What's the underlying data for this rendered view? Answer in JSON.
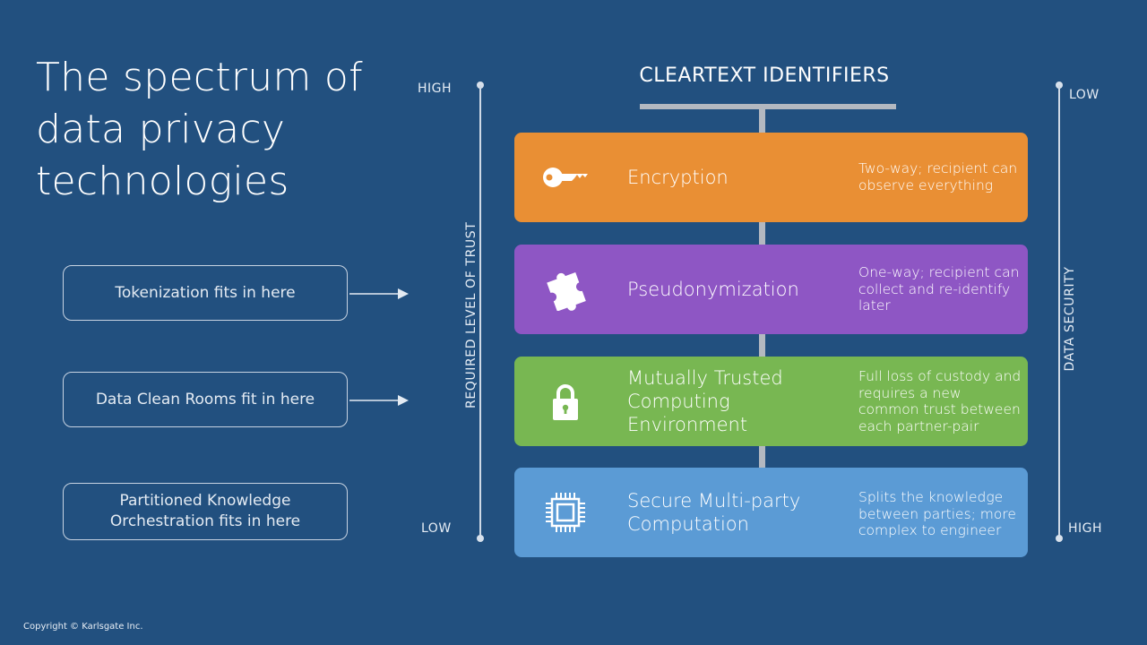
{
  "title": "The spectrum of data privacy technologies",
  "side_boxes": [
    {
      "label": "Tokenization fits in here"
    },
    {
      "label": "Data Clean Rooms fit in here"
    },
    {
      "label": "Partitioned Knowledge Orchestration fits in here"
    }
  ],
  "left_scale": {
    "top": "HIGH",
    "bottom": "LOW",
    "axis_label": "REQUIRED LEVEL OF TRUST"
  },
  "right_scale": {
    "top": "LOW",
    "bottom": "HIGH",
    "axis_label": "DATA SECURITY"
  },
  "header": "CLEARTEXT IDENTIFIERS",
  "cards": [
    {
      "title": "Encryption",
      "desc": "Two-way; recipient can observe everything",
      "icon": "key-icon",
      "color": "#e98f34"
    },
    {
      "title": "Pseudonymization",
      "desc": "One-way; recipient can collect and re-identify later",
      "icon": "puzzle-piece-icon",
      "color": "#8e56c4"
    },
    {
      "title": "Mutually Trusted Computing Environment",
      "desc": "Full loss of custody and requires a new common trust between each partner-pair",
      "icon": "lock-icon",
      "color": "#78b752"
    },
    {
      "title": "Secure Multi-party Computation",
      "desc": "Splits the knowledge between parties; more complex to engineer",
      "icon": "chip-icon",
      "color": "#5b9bd5"
    }
  ],
  "copyright": "Copyright © Karlsgate Inc."
}
